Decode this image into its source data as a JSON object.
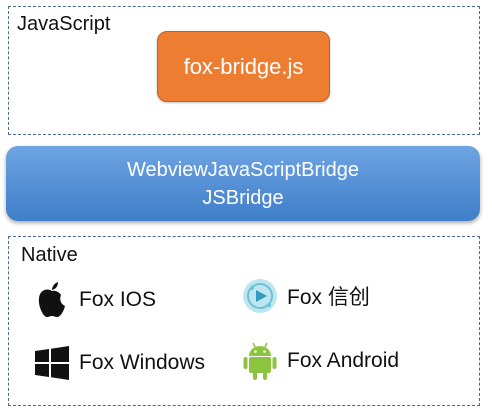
{
  "diagram": {
    "js_layer": {
      "title": "JavaScript",
      "module": "fox-bridge.js",
      "module_color": "#ed7d31"
    },
    "bridge_layer": {
      "line1": "WebviewJavaScriptBridge",
      "line2": "JSBridge",
      "color_top": "#6ea4e3",
      "color_bottom": "#3f7ec9"
    },
    "native_layer": {
      "title": "Native",
      "platforms": [
        {
          "label": "Fox IOS",
          "icon": "apple-icon"
        },
        {
          "label": "Fox 信创",
          "icon": "xinchuang-icon"
        },
        {
          "label": "Fox Windows",
          "icon": "windows-icon"
        },
        {
          "label": "Fox Android",
          "icon": "android-icon"
        }
      ]
    }
  }
}
